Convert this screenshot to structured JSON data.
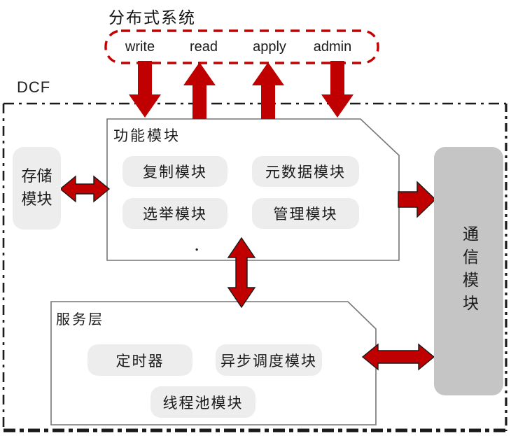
{
  "diagram": {
    "title": "分布式系统",
    "dcf": {
      "label": "DCF"
    },
    "client_interface": {
      "operations": [
        {
          "label": "write",
          "arrow_direction": "down"
        },
        {
          "label": "read",
          "arrow_direction": "up"
        },
        {
          "label": "apply",
          "arrow_direction": "up"
        },
        {
          "label": "admin",
          "arrow_direction": "down"
        }
      ]
    },
    "function_module": {
      "label": "功能模块",
      "submodules": [
        "复制模块",
        "元数据模块",
        "选举模块",
        "管理模块"
      ]
    },
    "storage_module": {
      "label": "存储模块"
    },
    "service_layer": {
      "label": "服务层",
      "submodules": [
        "定时器",
        "异步调度模块",
        "线程池模块"
      ]
    },
    "communication_module": {
      "label": "通信模块"
    },
    "artifact_dot": ".",
    "colors": {
      "arrow_red": "#c00000",
      "dashed_border_red": "#c40000",
      "chip_fill": "#ededed",
      "comm_fill": "#c5c5c5",
      "box_outline_gray": "#757575",
      "dcf_border_black": "#1a1a1a",
      "text": "#1a1a1a"
    }
  }
}
